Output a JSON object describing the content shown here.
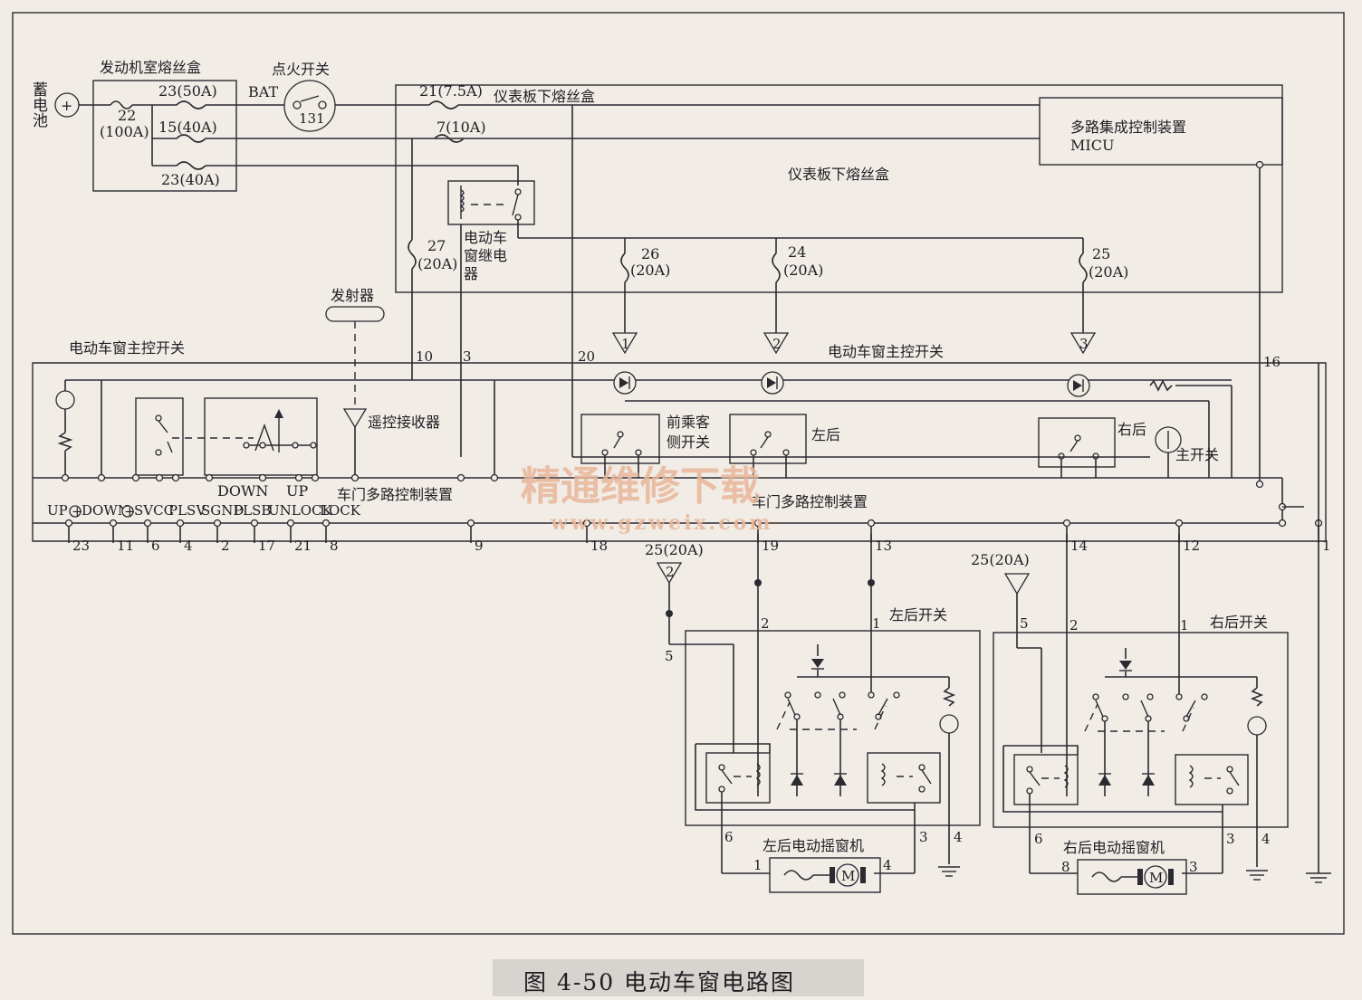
{
  "texts": {
    "battery": "蓄电池",
    "engine_fuse_box": "发动机室熔丝盒",
    "ignition_switch": "点火开关",
    "bat": "BAT",
    "ign_131": "131",
    "fuse_23_50a": "23(50A)",
    "fuse_22": "22",
    "fuse_100a": "(100A)",
    "fuse_15_40a": "15(40A)",
    "fuse_23_40a": "23(40A)",
    "fuse_21_75a": "21(7.5A)",
    "dash_fuse_box_top": "仪表板下熔丝盒",
    "fuse_7_10a": "7(10A)",
    "micu_name": "多路集成控制装置",
    "micu": "MICU",
    "dash_fuse_box_mid": "仪表板下熔丝盒",
    "fuse_27": "27",
    "fuse_27_amp": "(20A)",
    "relay_label_1": "电动车",
    "relay_label_2": "窗继电",
    "relay_label_3": "器",
    "fuse_26": "26",
    "fuse_26_amp": "(20A)",
    "fuse_24": "24",
    "fuse_24_amp": "(20A)",
    "fuse_25": "25",
    "fuse_25_amp": "(20A)",
    "transmitter": "发射器",
    "master_switch_left": "电动车窗主控开关",
    "master_switch_right": "电动车窗主控开关",
    "pin_10": "10",
    "pin_3_top": "3",
    "pin_20": "20",
    "pin_16": "16",
    "ref_1": "1",
    "ref_2": "2",
    "ref_3": "3",
    "remote_receiver": "遥控接收器",
    "front_passenger_switch_1": "前乘客",
    "front_passenger_switch_2": "侧开关",
    "rear_left_label": "左后",
    "rear_right_label": "右后",
    "main_switch": "主开关",
    "down_label": "DOWN",
    "up_label": "UP",
    "door_mux_left": "车门多路控制装置",
    "door_mux_right": "车门多路控制装置",
    "sig_up": "UP",
    "sig_down": "DOWN",
    "sig_svcc": "SVCC",
    "sig_plsv": "PLSV",
    "sig_sgnd": "SGND",
    "sig_plsb": "PLSB",
    "sig_unlock": "UNLOCK",
    "sig_lock": "LOCK",
    "pins_bottom": [
      "23",
      "11",
      "6",
      "4",
      "2",
      "17",
      "21",
      "8",
      "9",
      "18",
      "19",
      "13",
      "14",
      "12",
      "1"
    ],
    "fuse_25_20a_left": "25(20A)",
    "fuse_25_20a_right": "25(20A)",
    "ref_2_bottom": "2",
    "rl_switch": "左后开关",
    "rr_switch": "右后开关",
    "rl_pin_2": "2",
    "rl_pin_1": "1",
    "rl_pin_5": "5",
    "rr_pin_5": "5",
    "rr_pin_2": "2",
    "rr_pin_1": "1",
    "rl_pin_6": "6",
    "rl_pin_3": "3",
    "rl_pin_4": "4",
    "rr_pin_6": "6",
    "rr_pin_3": "3",
    "rr_pin_4": "4",
    "rl_motor": "左后电动摇窗机",
    "rr_motor": "右后电动摇窗机",
    "rl_motor_pin_1": "1",
    "rl_motor_pin_4": "4",
    "rr_motor_pin_8": "8",
    "rr_motor_pin_3": "3",
    "motor_symbol": "M",
    "watermark_cn": "精通维修下载",
    "watermark_url": "www.gzweix.com",
    "caption": "图 4-50   电动车窗电路图"
  }
}
